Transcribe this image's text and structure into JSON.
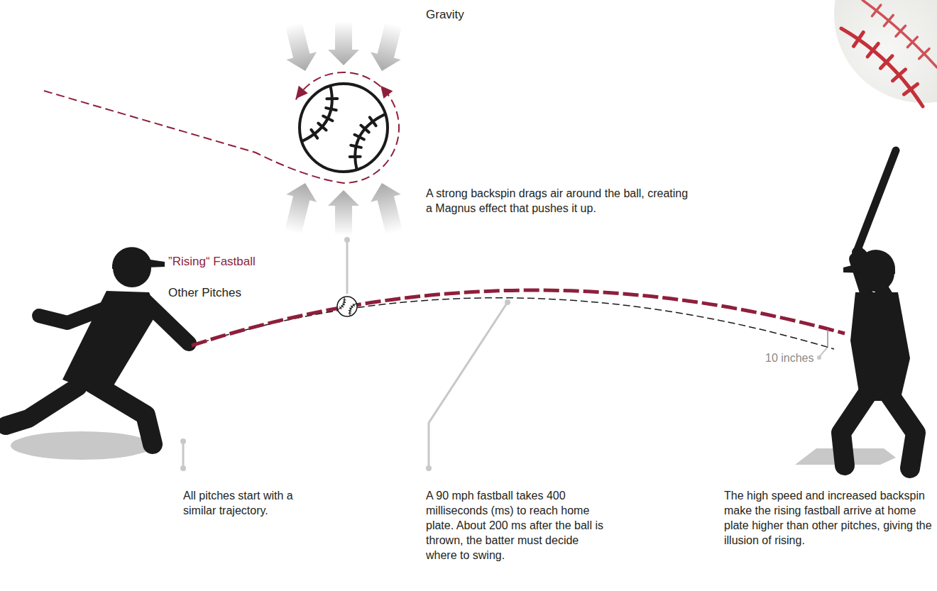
{
  "diagram": {
    "labels": [
      "Gravity",
      "A strong backspin drags air around the ball, creating a Magnus effect that pushes it up.",
      "”Rising“ Fastball",
      "Other Pitches",
      "10 inches",
      "All pitches start with a similar trajectory.",
      "A 90 mph fastball takes 400 milliseconds (ms) to reach home plate. About 200 ms after the ball is thrown, the batter must decide where to swing.",
      "The high speed and increased backspin make the rising fastball arrive at home plate higher than other pitches, giving the illusion of rising."
    ]
  }
}
